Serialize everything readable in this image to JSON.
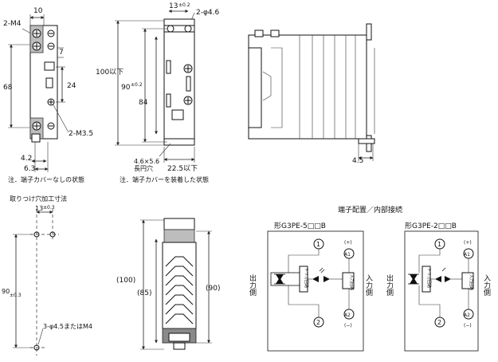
{
  "view1": {
    "dim_top": "10",
    "screw_top": "2-M4",
    "dim_7": "7",
    "dim_68": "68",
    "dim_24": "24",
    "screw_bottom": "2-M3.5",
    "dim_42": "4.2",
    "dim_63": "6.3",
    "note": "注．端子カバーなしの状態"
  },
  "view2": {
    "dim_13": "13",
    "dim_13_tol": "±0.2",
    "holes": "2-φ4.6",
    "dim_100": "100以下",
    "dim_90": "90",
    "dim_90_tol": "±0.2",
    "dim_84": "84",
    "slot": "4.6×5.6",
    "slot_label": "長円穴",
    "dim_225": "22.5以下",
    "note": "注．端子カバーを装着した状態"
  },
  "view3": {
    "dim_45": "4.5"
  },
  "mount": {
    "title": "取りつけ穴加工寸法",
    "dim_13": "13",
    "dim_13_tol": "±0.3",
    "dim_90": "90",
    "dim_90_tol": "±0.3",
    "holes": "3-φ4.5またはM4"
  },
  "side": {
    "dim_100": "(100)",
    "dim_85": "(85)",
    "dim_90": "(90)"
  },
  "wiring": {
    "title": "端子配置／内部接続",
    "left_model": "形G3PE-5□□B",
    "right_model": "形G3PE-2□□B",
    "output_side": "出力側",
    "input_side": "入力側",
    "t1": "1",
    "t2": "2",
    "a1": "A1",
    "a2": "A2",
    "plus": "(+)",
    "minus": "(−)",
    "trigger": "トリガ回路",
    "input_circuit": "入力回路"
  }
}
